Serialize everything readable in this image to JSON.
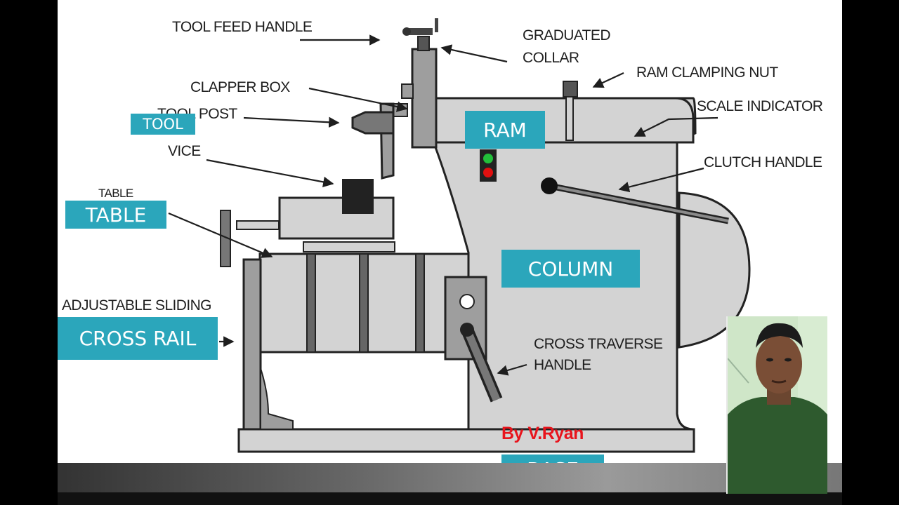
{
  "labels": {
    "tool_feed_handle": "TOOL FEED HANDLE",
    "graduated_collar_line1": "GRADUATED",
    "graduated_collar_line2": "COLLAR",
    "ram_clamping_nut": "RAM CLAMPING NUT",
    "clapper_box": "CLAPPER BOX",
    "scale_indicator": "SCALE INDICATOR",
    "tool_post": "TOOL POST",
    "vice": "VICE",
    "clutch_handle": "CLUTCH HANDLE",
    "table_small": "TABLE",
    "adjustable_sliding": "ADJUSTABLE SLIDING",
    "cross_traverse_line1": "CROSS TRAVERSE",
    "cross_traverse_line2": "HANDLE"
  },
  "boxes": {
    "tool": "TOOL",
    "ram": "RAM",
    "table": "TABLE",
    "column": "COLUMN",
    "cross_rail": "CROSS RAIL",
    "base": "BASE"
  },
  "credit": "By V.Ryan",
  "colors": {
    "accent_box": "#2ba6bb",
    "machine_fill": "#d3d3d3",
    "machine_outline": "#222222",
    "credit_red": "#e8141c",
    "background": "#ffffff",
    "letterbox": "#000000"
  },
  "webcam": {
    "icon": "presenter-webcam"
  }
}
